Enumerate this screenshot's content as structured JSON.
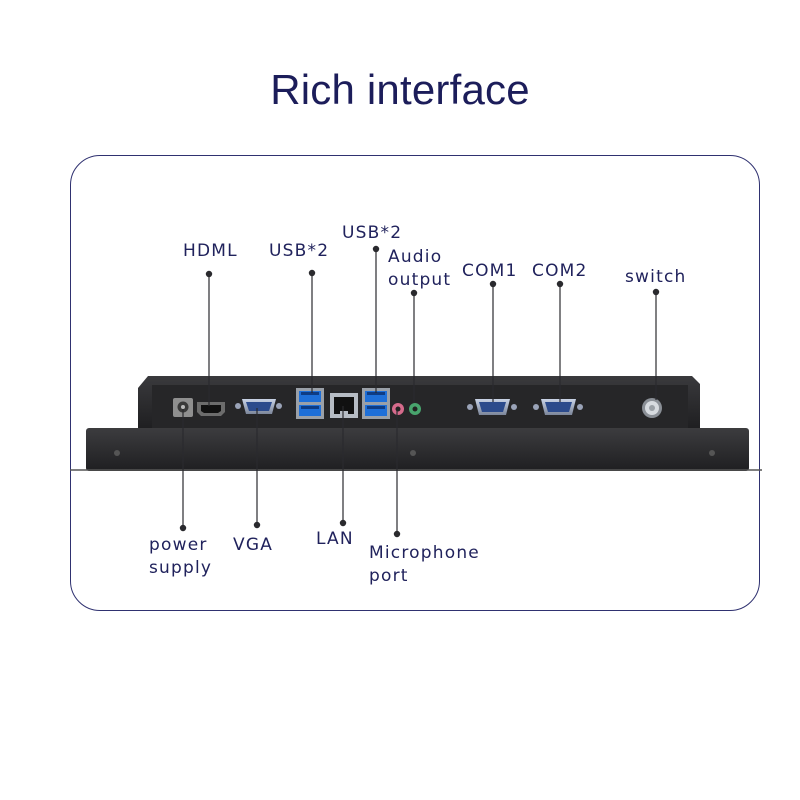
{
  "title": "Rich interface",
  "labels": {
    "hdmi": "HDML",
    "usb_left": "USB*2",
    "usb_right": "USB*2",
    "audio_line1": "Audio",
    "audio_line2": "output",
    "com1": "COM1",
    "com2": "COM2",
    "switch": "switch",
    "power_line1": "power",
    "power_line2": "supply",
    "vga": "VGA",
    "lan": "LAN",
    "mic_line1": "Microphone",
    "mic_line2": "port"
  },
  "colors": {
    "label_text": "#20225c",
    "title_text": "#1c1d5a",
    "frame_border": "#2f3170",
    "device_body": "#2a2a2c",
    "usb_blue": "#1e6fd8",
    "audio_pink": "#d66b8c",
    "audio_green": "#48a46d"
  }
}
